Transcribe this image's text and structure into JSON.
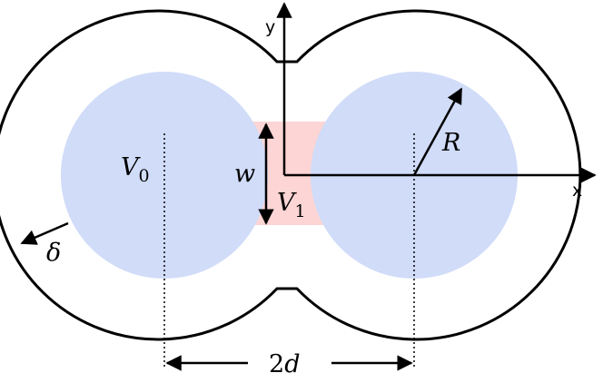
{
  "labels": {
    "axis_x": "x",
    "axis_y": "y",
    "v0_main": "V",
    "v0_sub": "0",
    "v1_main": "V",
    "v1_sub": "1",
    "width": "w",
    "radius": "R",
    "thickness": "δ",
    "separation_num": "2",
    "separation_var": "d"
  },
  "colors": {
    "sphere_fill": "#d0dcf8",
    "neck_fill": "#fdd5d5",
    "outline": "#000000"
  }
}
